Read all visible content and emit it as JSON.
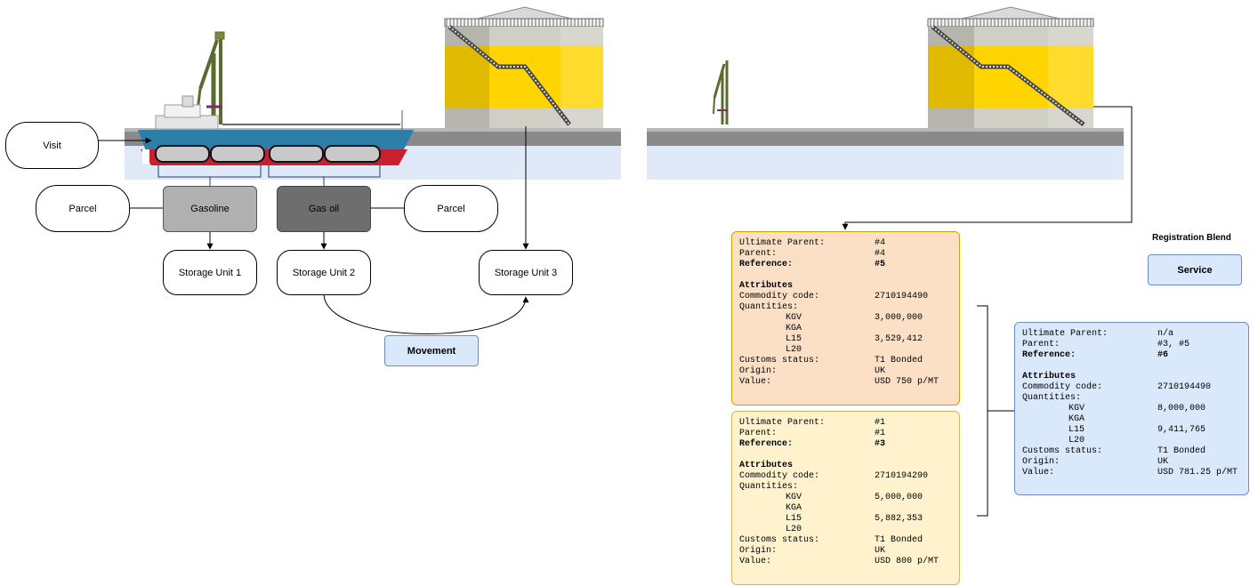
{
  "nodes": {
    "visit": "Visit",
    "parcel_left": "Parcel",
    "parcel_right": "Parcel",
    "gasoline": "Gasoline",
    "gas_oil": "Gas oil",
    "storage1": "Storage Unit 1",
    "storage2": "Storage Unit 2",
    "storage3": "Storage Unit 3",
    "movement": "Movement",
    "registration_blend": "Registration Blend",
    "service": "Service"
  },
  "card_labels": {
    "ultimate_parent": "Ultimate Parent:",
    "parent": "Parent:",
    "reference": "Reference:",
    "attributes": "Attributes",
    "commodity_code": "Commodity code:",
    "quantities": "Quantities:",
    "kgv": "KGV",
    "kga": "KGA",
    "l15": "L15",
    "l20": "L20",
    "customs_status": "Customs status:",
    "origin": "Origin:",
    "value": "Value:"
  },
  "cards": [
    {
      "ultimate_parent": "#4",
      "parent": "#4",
      "reference": "#5",
      "commodity_code": "2710194490",
      "kgv": "3,000,000",
      "kga": "",
      "l15": "3,529,412",
      "l20": "",
      "customs_status": "T1 Bonded",
      "origin": "UK",
      "value": "USD 750 p/MT"
    },
    {
      "ultimate_parent": "#1",
      "parent": "#1",
      "reference": "#3",
      "commodity_code": "2710194290",
      "kgv": "5,000,000",
      "kga": "",
      "l15": "5,882,353",
      "l20": "",
      "customs_status": "T1 Bonded",
      "origin": "UK",
      "value": "USD 800 p/MT"
    },
    {
      "ultimate_parent": "n/a",
      "parent": "#3, #5",
      "reference": "#6",
      "commodity_code": "2710194490",
      "kgv": "8,000,000",
      "kga": "",
      "l15": "9,411,765",
      "l20": "",
      "customs_status": "T1 Bonded",
      "origin": "UK",
      "value": "USD 781.25 p/MT"
    }
  ],
  "colors": {
    "ship_hull": "#2e7fa8",
    "ship_bottom": "#c8202f",
    "tank_yellow": "#ffd400",
    "water": "#dfe9f8",
    "quay": "#8a8a8a",
    "card_orange": "#fce0c6",
    "card_yellow": "#fff2cc",
    "card_blue": "#dae8fc"
  }
}
